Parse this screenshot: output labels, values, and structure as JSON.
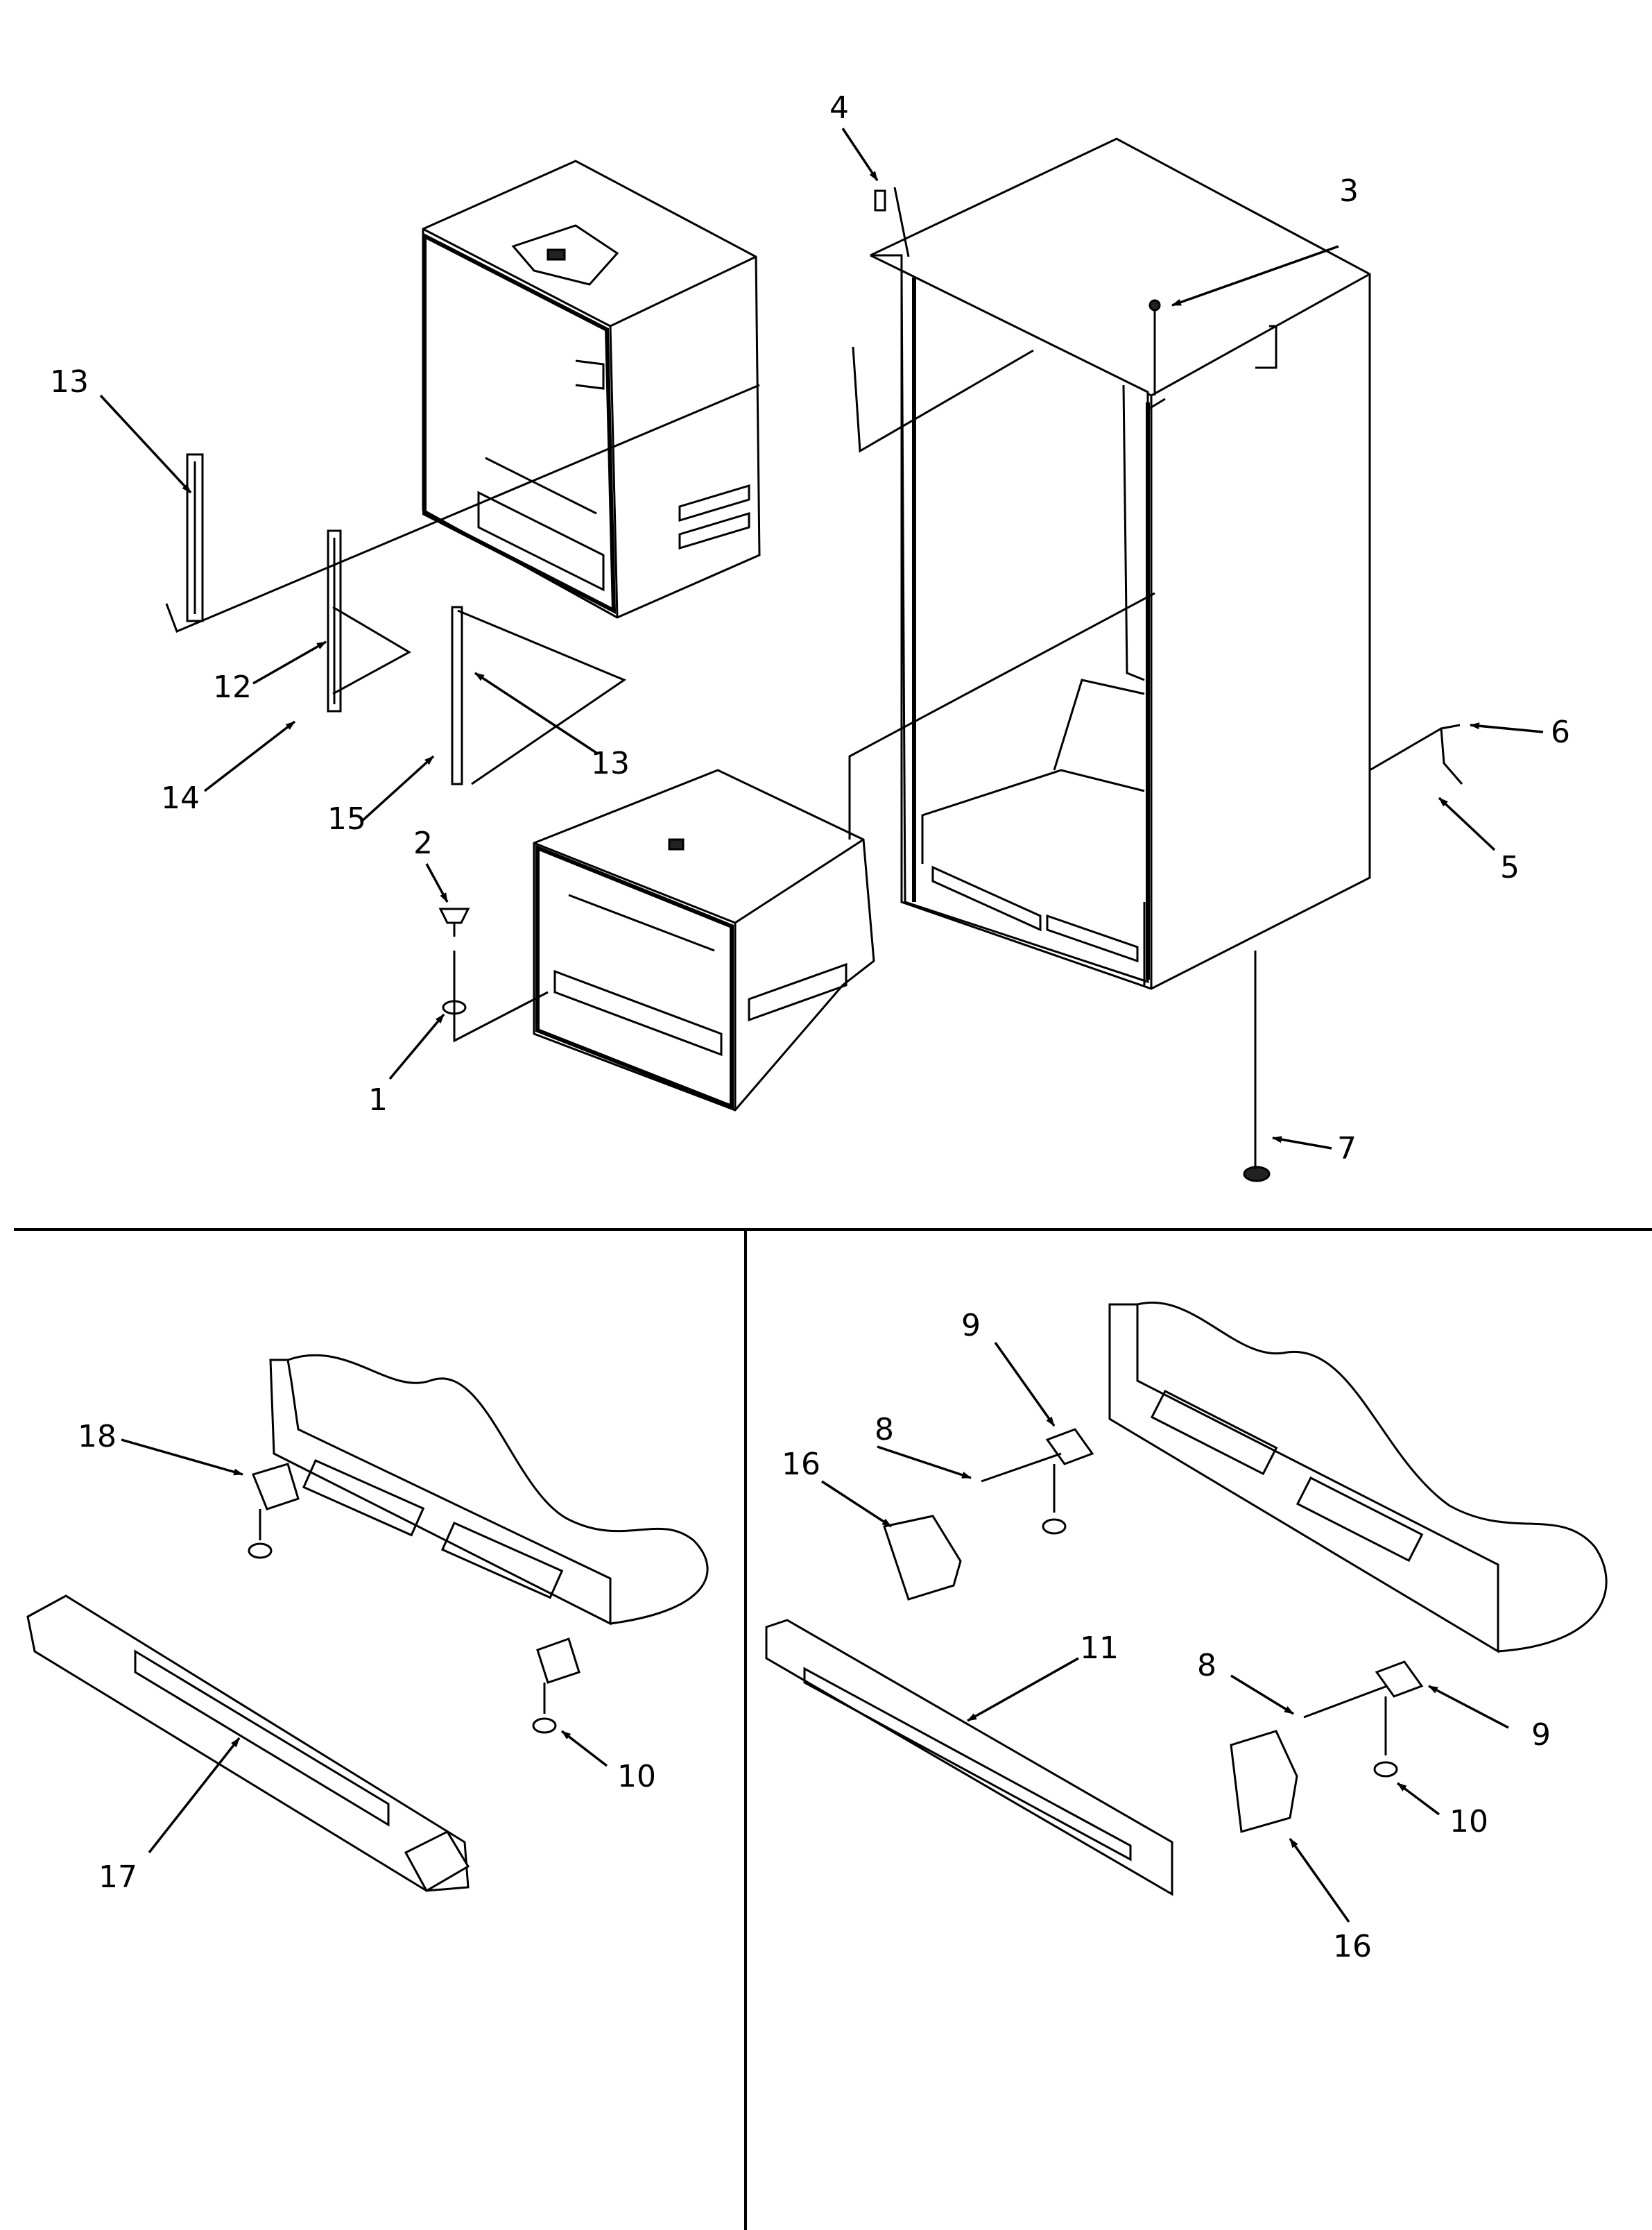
{
  "callouts": {
    "c1": "1",
    "c2": "2",
    "c3": "3",
    "c4": "4",
    "c5": "5",
    "c6": "6",
    "c7": "7",
    "c8a": "8",
    "c8b": "8",
    "c9a": "9",
    "c9b": "9",
    "c10a": "10",
    "c10b": "10",
    "c11": "11",
    "c12": "12",
    "c13a": "13",
    "c13b": "13",
    "c14": "14",
    "c15": "15",
    "c16a": "16",
    "c16b": "16",
    "c17": "17",
    "c18": "18"
  }
}
